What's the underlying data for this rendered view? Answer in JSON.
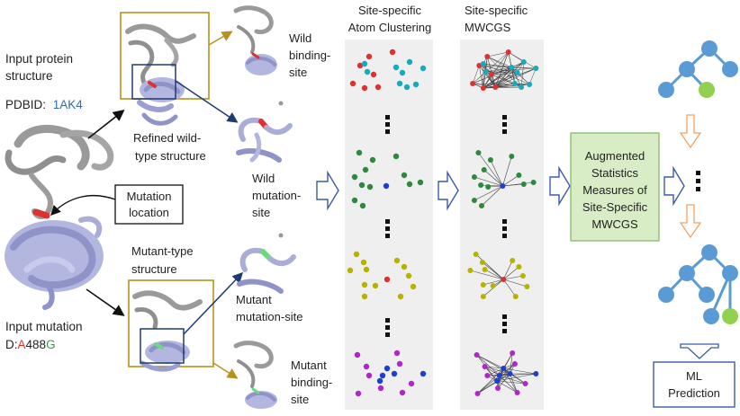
{
  "input": {
    "protein_line1": "Input protein",
    "protein_line2": "structure",
    "pdbid_label": "PDBID:",
    "pdbid_value": "1AK4",
    "mutation_line1": "Input mutation",
    "mutation_chain": "D",
    "mutation_colon": ":",
    "mutation_wild": "A",
    "mutation_position": "488",
    "mutation_mutant": "G"
  },
  "labels": {
    "refined_line1": "Refined wild-",
    "refined_line2": "type structure",
    "mutant_type_line1": "Mutant-type",
    "mutant_type_line2": "structure",
    "mutation_location_line1": "Mutation",
    "mutation_location_line2": "location",
    "wild_binding_line1": "Wild",
    "wild_binding_line2": "binding-",
    "wild_binding_line3": "site",
    "wild_mutation_line1": "Wild",
    "wild_mutation_line2": "mutation-",
    "wild_mutation_line3": "site",
    "mutant_mutation_line1": "Mutant",
    "mutant_mutation_line2": "mutation-site",
    "mutant_binding_line1": "Mutant",
    "mutant_binding_line2": "binding-",
    "mutant_binding_line3": "site"
  },
  "columns": {
    "clustering_line1": "Site-specific",
    "clustering_line2": "Atom Clustering",
    "mwcgs_line1": "Site-specific",
    "mwcgs_line2": "MWCGS"
  },
  "augmented": {
    "line1": "Augmented",
    "line2": "Statistics",
    "line3": "Measures of",
    "line4": "Site-Specific",
    "line5": "MWCGS"
  },
  "ml": {
    "line1": "ML",
    "line2": "Prediction"
  },
  "colors": {
    "accent_blue": "#2e6db4",
    "mutation_red": "#e03131",
    "mutation_green": "#2f9e44",
    "augmented_fill": "#d8ecc6",
    "augmented_border": "#8cc06b",
    "augmented_text": "#7030a0",
    "ml_text": "#7030a0",
    "ml_border": "#3b5ba8",
    "panel_fill": "#efefef",
    "gold_box": "#b8921c",
    "navy_box": "#1f3b73",
    "tree_node_blue": "#5b9bd5",
    "tree_node_green": "#92d050",
    "down_arrow": "#f4a261"
  }
}
